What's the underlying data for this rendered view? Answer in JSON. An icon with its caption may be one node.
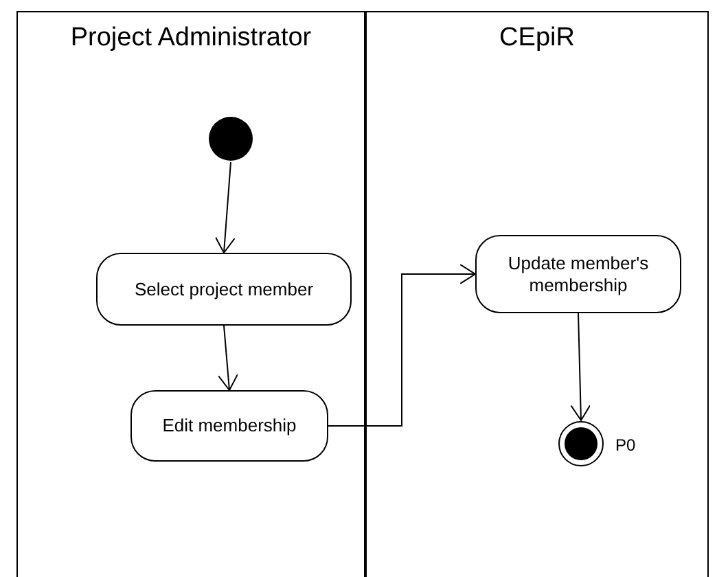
{
  "diagram": {
    "nodes": [
      {
        "text": [
          "Project Administrator"
        ]
      },
      {
        "text": [
          "CEpiR"
        ]
      },
      {
        "text": [],
        "shape": "circle",
        "in": 0
      },
      {
        "text": [
          "Select project member"
        ],
        "in": 0
      },
      {
        "text": [
          "Edit membership"
        ],
        "in": 0
      },
      {
        "text": [
          "Update member's membership"
        ],
        "in": 1
      },
      {
        "text": [],
        "shape": "circle",
        "in": 1,
        "beside": [
          "P0"
        ]
      }
    ],
    "edges": [
      {
        "from": 2,
        "to": 3,
        "arrow": "to"
      },
      {
        "from": 3,
        "to": 4,
        "arrow": "to"
      },
      {
        "from": 4,
        "to": 5,
        "arrow": "to"
      },
      {
        "from": 5,
        "to": 6,
        "arrow": "to"
      }
    ]
  }
}
